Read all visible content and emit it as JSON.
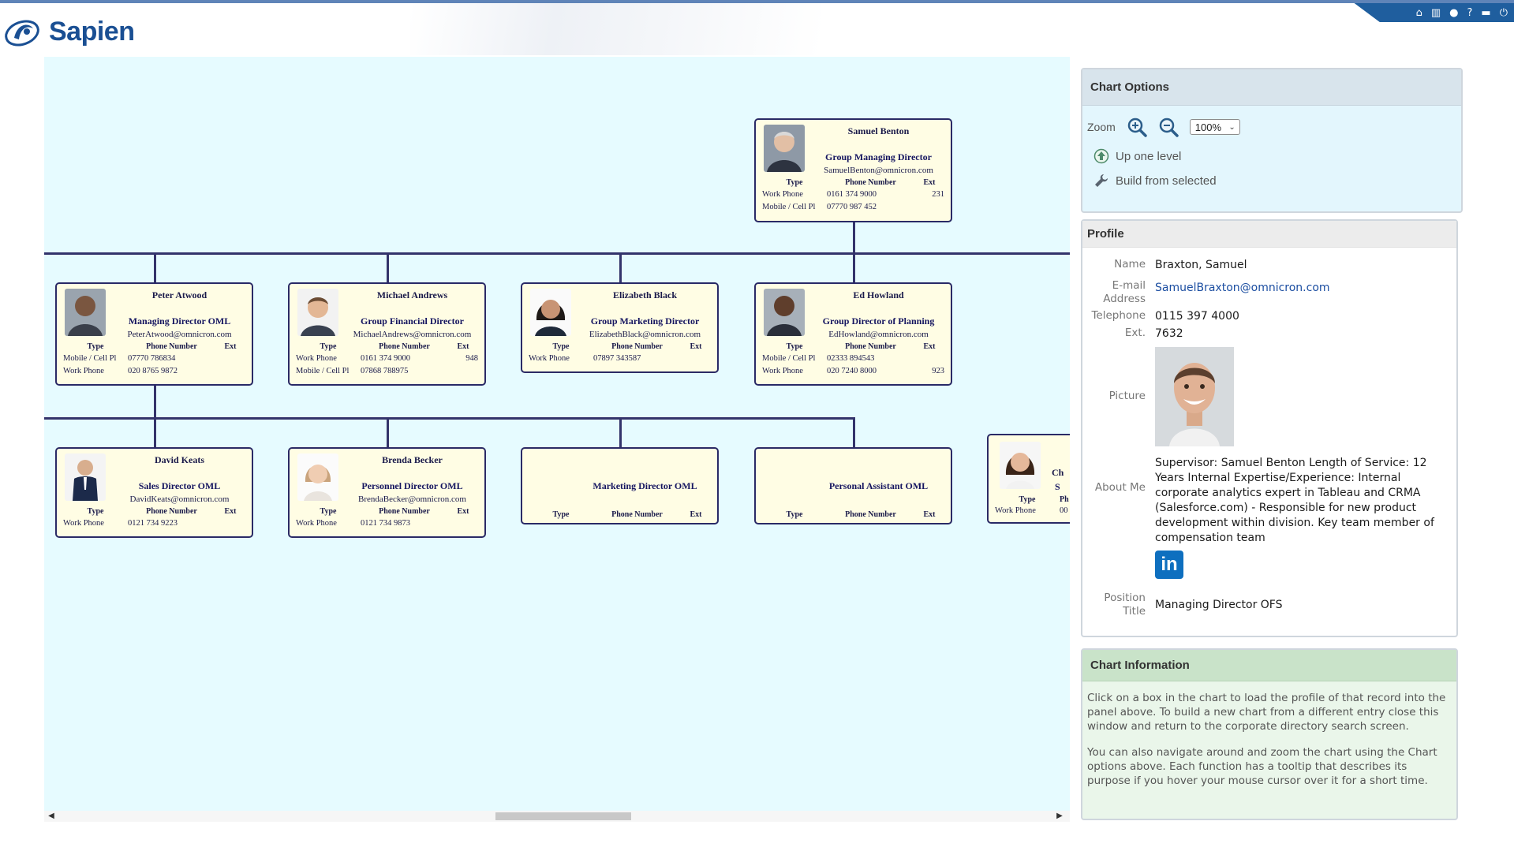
{
  "app": {
    "logo_text": "Sapien"
  },
  "toolbar": {
    "icons": [
      "home-icon",
      "chart-icon",
      "search-icon",
      "help-icon",
      "mail-icon",
      "power-icon"
    ],
    "help_glyph": "?"
  },
  "chart": {
    "table_headers": {
      "type": "Type",
      "phone": "Phone Number",
      "ext": "Ext"
    },
    "nodes": [
      {
        "id": "samuel-benton",
        "name": "Samuel Benton",
        "title": "Group Managing Director",
        "email": "SamuelBenton@omnicron.com",
        "rows": [
          {
            "type": "Work Phone",
            "phone": "0161 374 9000",
            "ext": "231"
          },
          {
            "type": "Mobile / Cell Pl",
            "phone": "07770 987 452",
            "ext": ""
          }
        ]
      },
      {
        "id": "peter-atwood",
        "name": "Peter Atwood",
        "title": "Managing Director OML",
        "email": "PeterAtwood@omnicron.com",
        "rows": [
          {
            "type": "Mobile / Cell Pl",
            "phone": "07770 786834",
            "ext": ""
          },
          {
            "type": "Work Phone",
            "phone": "020 8765 9872",
            "ext": ""
          }
        ]
      },
      {
        "id": "michael-andrews",
        "name": "Michael Andrews",
        "title": "Group Financial Director",
        "email": "MichaelAndrews@omnicron.com",
        "rows": [
          {
            "type": "Work Phone",
            "phone": "0161 374 9000",
            "ext": "948"
          },
          {
            "type": "Mobile / Cell Pl",
            "phone": "07868 788975",
            "ext": ""
          }
        ]
      },
      {
        "id": "elizabeth-black",
        "name": "Elizabeth Black",
        "title": "Group Marketing Director",
        "email": "ElizabethBlack@omnicron.com",
        "rows": [
          {
            "type": "Work Phone",
            "phone": "07897 343587",
            "ext": ""
          }
        ]
      },
      {
        "id": "ed-howland",
        "name": "Ed Howland",
        "title": "Group Director of Planning",
        "email": "EdHowland@omnicron.com",
        "rows": [
          {
            "type": "Mobile / Cell Pl",
            "phone": "02333 894543",
            "ext": ""
          },
          {
            "type": "Work Phone",
            "phone": "020 7240 8000",
            "ext": "923"
          }
        ]
      },
      {
        "id": "david-keats",
        "name": "David Keats",
        "title": "Sales Director OML",
        "email": "DavidKeats@omnicron.com",
        "rows": [
          {
            "type": "Work Phone",
            "phone": "0121 734 9223",
            "ext": ""
          }
        ]
      },
      {
        "id": "brenda-becker",
        "name": "Brenda Becker",
        "title": "Personnel Director OML",
        "email": "BrendaBecker@omnicron.com",
        "rows": [
          {
            "type": "Work Phone",
            "phone": "0121 734 9873",
            "ext": ""
          }
        ]
      },
      {
        "id": "marketing-director",
        "name": "",
        "title": "Marketing Director OML",
        "email": "",
        "rows": []
      },
      {
        "id": "personal-assistant",
        "name": "",
        "title": "Personal Assistant OML",
        "email": "",
        "rows": []
      },
      {
        "id": "partial-node",
        "name": "Ch",
        "title": "S",
        "email": "",
        "rows": [
          {
            "type": "Work Phone",
            "phone": "00",
            "ext": ""
          }
        ],
        "type_header": "Type",
        "phone_header": "Ph"
      }
    ]
  },
  "chart_options": {
    "title": "Chart Options",
    "zoom_label": "Zoom",
    "zoom_value": "100%",
    "up_one_level": "Up one level",
    "build_from_selected": "Build from selected"
  },
  "profile": {
    "title": "Profile",
    "name_label": "Name",
    "name": "Braxton, Samuel",
    "email_label_1": "E-mail",
    "email_label_2": "Address",
    "email": "SamuelBraxton@omnicron.com",
    "telephone_label": "Telephone",
    "telephone": "0115 397 4000",
    "ext_label": "Ext.",
    "ext": "7632",
    "picture_label": "Picture",
    "about_label": "About Me",
    "about": "Supervisor: Samuel Benton Length of Service: 12 Years Internal Expertise/Experience: Internal corporate analytics expert in Tableau and CRMA (Salesforce.com) - Responsible for new product development within division. Key team member of compensation team",
    "linkedin_text": "in",
    "position_label_1": "Position",
    "position_label_2": "Title",
    "position": "Managing Director OFS"
  },
  "chart_information": {
    "title": "Chart Information",
    "paragraph_1": "Click on a box in the chart to load the profile of that record into the panel above. To build a new chart from a different entry close this window and return to the corporate directory search screen.",
    "paragraph_2": "You can also navigate around and zoom the chart using the Chart options above. Each function has a tooltip that describes its purpose if you hover your mouse cursor over it for a short time."
  },
  "colors": {
    "chart_bg": "#e6fbff",
    "node_bg": "#fffde4",
    "connector": "#33336b",
    "brand": "#1a4f93",
    "link": "#1c4ea1"
  }
}
